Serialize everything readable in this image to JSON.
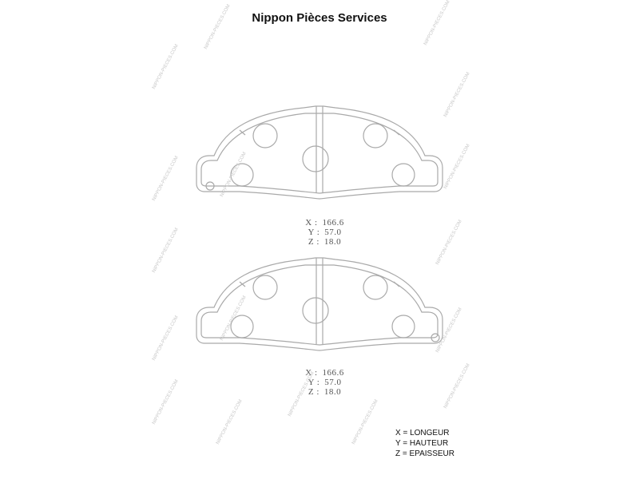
{
  "header": {
    "title": "Nippon Pièces Services"
  },
  "pads": [
    {
      "x_label": "X :",
      "x_value": "166.6",
      "y_label": "Y :",
      "y_value": "57.0",
      "z_label": "Z :",
      "z_value": "18.0"
    },
    {
      "x_label": "X :",
      "x_value": "166.6",
      "y_label": "Y :",
      "y_value": "57.0",
      "z_label": "Z :",
      "z_value": "18.0"
    }
  ],
  "legend": {
    "x": "X = LONGEUR",
    "y": "Y = HAUTEUR",
    "z": "Z = EPAISSEUR"
  },
  "watermark": {
    "text": "NIPPON-PIECES.COM"
  }
}
